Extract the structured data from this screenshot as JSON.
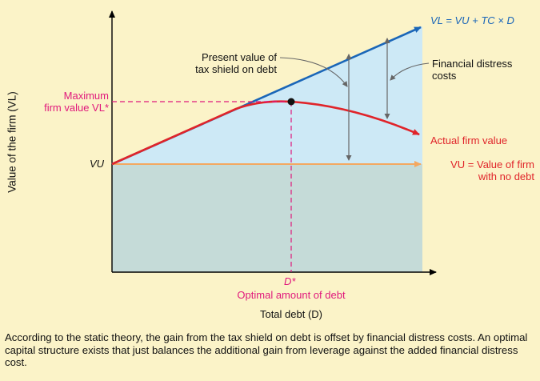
{
  "diagram": {
    "y_axis_label": "Value of the firm (VL)",
    "x_axis_label": "Total debt (D)",
    "vu_tick_label": "VU",
    "max_value_label_line1": "Maximum",
    "max_value_label_line2": "firm value VL*",
    "tax_shield_label_line1": "Present value of",
    "tax_shield_label_line2": "tax shield on debt",
    "distress_label_line1": "Financial distress",
    "distress_label_line2": "costs",
    "vl_equation": "VL = VU + TC × D",
    "actual_value_label": "Actual firm value",
    "vu_line_label_line1": "VU = Value of firm",
    "vu_line_label_line2": "with no debt",
    "d_star": "D*",
    "optimal_label": "Optimal amount of debt",
    "caption": "According to the static theory, the gain from the tax shield on debt is offset by financial distress costs. An optimal capital structure exists that just balances the additional gain from leverage against the added financial distress cost."
  },
  "colors": {
    "background": "#fbf3c8",
    "tax_shield_region": "#cde9f6",
    "base_region": "#c5dbd8",
    "vl_line": "#1a66b8",
    "actual_curve": "#e0242a",
    "vu_line": "#f4a860",
    "annotation": "#e0187c"
  }
}
